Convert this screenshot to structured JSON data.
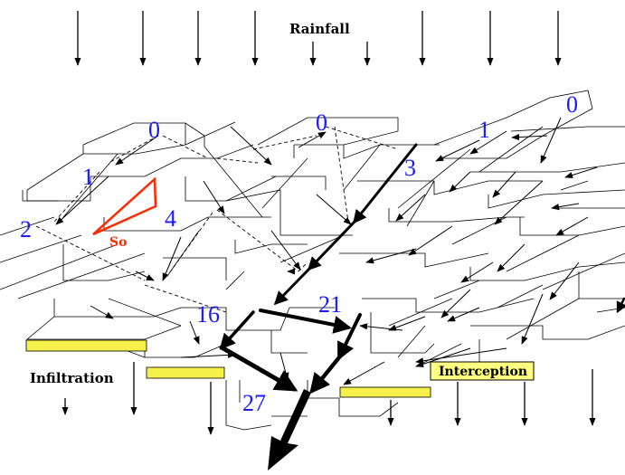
{
  "labels": {
    "rainfall": "Rainfall",
    "infiltration": "Infiltration",
    "interception": "Interception",
    "slope": "So"
  },
  "flow_counts": [
    {
      "id": "a",
      "value": "0"
    },
    {
      "id": "b",
      "value": "0"
    },
    {
      "id": "c",
      "value": "0"
    },
    {
      "id": "d",
      "value": "1"
    },
    {
      "id": "e",
      "value": "1"
    },
    {
      "id": "f",
      "value": "2"
    },
    {
      "id": "g",
      "value": "3"
    },
    {
      "id": "h",
      "value": "4"
    },
    {
      "id": "i",
      "value": "16"
    },
    {
      "id": "j",
      "value": "21"
    },
    {
      "id": "k",
      "value": "27"
    }
  ],
  "colors": {
    "counts": "#1a1aff",
    "slope": "#ff2a00",
    "infiltration_layer": "#f5f04a",
    "interception_box": "#ffff80",
    "lines": "#000000"
  }
}
